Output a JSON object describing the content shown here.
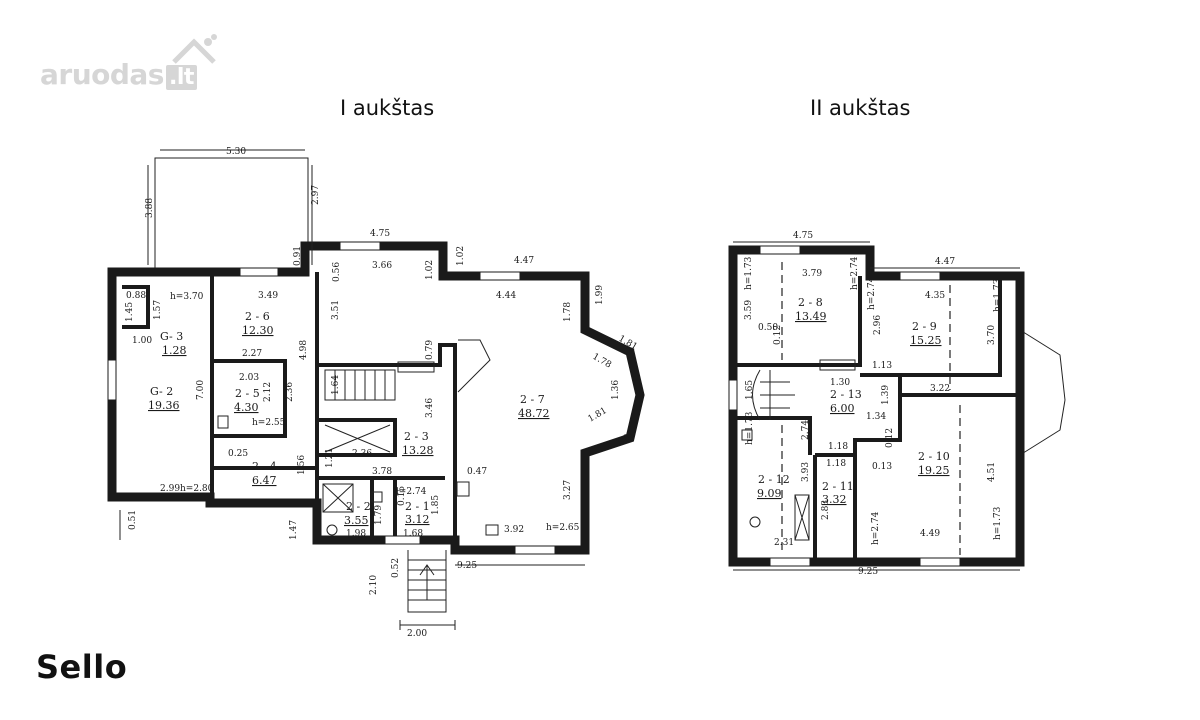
{
  "watermark": {
    "text": "aruodas",
    "tld": ".lt"
  },
  "brand": "Sello",
  "floors": [
    {
      "title": "I aukštas",
      "rooms": [
        {
          "id": "G- 3",
          "area": "1.28"
        },
        {
          "id": "G- 2",
          "area": "19.36"
        },
        {
          "id": "2 - 6",
          "area": "12.30"
        },
        {
          "id": "2 - 5",
          "area": "4.30"
        },
        {
          "id": "2 - 4",
          "area": "6.47"
        },
        {
          "id": "2 - 3",
          "area": "13.28"
        },
        {
          "id": "2 - 2",
          "area": "3.55"
        },
        {
          "id": "2 - 1",
          "area": "3.12"
        },
        {
          "id": "2 - 7",
          "area": "48.72"
        }
      ],
      "dimensions": [
        "5.30",
        "3.88",
        "2.97",
        "0.88",
        "1.45",
        "h=3.70",
        "1.57",
        "1.00",
        "7.00",
        "2.99",
        "h=2.80",
        "0.51",
        "3.49",
        "0.91",
        "2.27",
        "4.98",
        "2.03",
        "2.12",
        "2.36",
        "h=2.55",
        "0.25",
        "1.56",
        "1.21",
        "3.78",
        "1.47",
        "4.75",
        "0.56",
        "3.66",
        "1.02",
        "1.02",
        "3.51",
        "0.79",
        "1.64",
        "3.46",
        "2.36",
        "4.47",
        "4.44",
        "1.78",
        "1.99",
        "1.81",
        "1.78",
        "1.36",
        "1.81",
        "1.81",
        "0.47",
        "3.27",
        "h=2.74",
        "0.15",
        "1.85",
        "1.79",
        "1.98",
        "1.68",
        "3.92",
        "h=2.65",
        "9.25",
        "2.10",
        "0.52",
        "2.00"
      ]
    },
    {
      "title": "II aukštas",
      "rooms": [
        {
          "id": "2 - 8",
          "area": "13.49"
        },
        {
          "id": "2 - 9",
          "area": "15.25"
        },
        {
          "id": "2 - 13",
          "area": "6.00"
        },
        {
          "id": "2 - 12",
          "area": "9.09"
        },
        {
          "id": "2 - 11",
          "area": "3.32"
        },
        {
          "id": "2 - 10",
          "area": "19.25"
        }
      ],
      "dimensions": [
        "4.75",
        "4.47",
        "h=1.73",
        "3.79",
        "h=2.74",
        "3.59",
        "0.50",
        "0.12",
        "4.35",
        "h=1.73",
        "h=2.74",
        "2.96",
        "3.70",
        "1.30",
        "1.13",
        "3.22",
        "1.65",
        "1.39",
        "1.34",
        "h=1.73",
        "2.74",
        "1.18",
        "0.12",
        "1.18",
        "0.13",
        "3.93",
        "2.83",
        "h=2.74",
        "2.31",
        "4.49",
        "4.51",
        "h=1.73",
        "9.25"
      ]
    }
  ]
}
